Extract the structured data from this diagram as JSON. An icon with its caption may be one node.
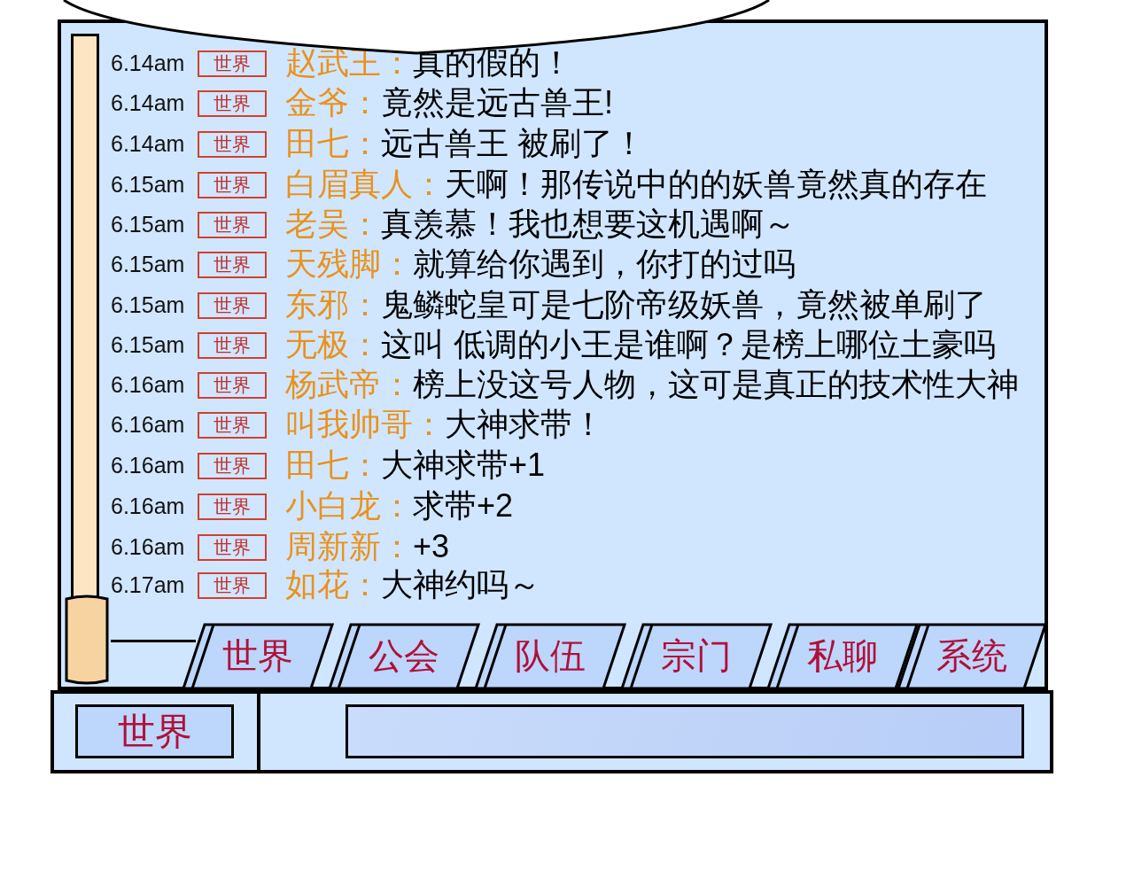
{
  "diagram": {
    "nodes": [
      {
        "text": [
          "世界"
        ]
      },
      {
        "text": [
          "世界"
        ]
      },
      {
        "text": [
          "世界"
        ]
      },
      {
        "text": [
          "世界"
        ]
      },
      {
        "text": [
          "世界"
        ]
      },
      {
        "text": [
          "世界"
        ]
      },
      {
        "text": [
          "世界"
        ]
      },
      {
        "text": [
          "世界"
        ]
      },
      {
        "text": [
          "世界"
        ]
      },
      {
        "text": [
          "世界"
        ]
      },
      {
        "text": [
          "世界"
        ]
      },
      {
        "text": [
          "世界"
        ]
      },
      {
        "text": [
          "世界"
        ]
      },
      {
        "text": [
          "世界"
        ]
      },
      {
        "text": [
          "世界"
        ]
      },
      {
        "text": [
          "公会"
        ]
      },
      {
        "text": [
          "队伍"
        ]
      },
      {
        "text": [
          "宗门"
        ]
      },
      {
        "text": [
          "私聊"
        ]
      },
      {
        "text": [
          "系统"
        ]
      },
      {
        "text": [
          "世界"
        ]
      },
      {
        "text": [],
        "shape": "box"
      }
    ],
    "labels": [
      "6.14am",
      "赵武王：",
      "真的假的！",
      "6.14am",
      "金爷：",
      "竟然是远古兽王!",
      "6.14am",
      "田七：",
      "远古兽王 被刷了！",
      "6.15am",
      "白眉真人：",
      "天啊！那传说中的的妖兽竟然真的存在",
      "6.15am",
      "老吴：",
      "真羡慕！我也想要这机遇啊～",
      "6.15am",
      "天残脚：",
      "就算给你遇到，你打的过吗",
      "6.15am",
      "东邪：",
      "鬼鳞蛇皇可是七阶帝级妖兽，竟然被单刷了",
      "6.15am",
      "无极：",
      "这叫 低调的小王是谁啊？是榜上哪位土豪吗",
      "6.16am",
      "杨武帝：",
      "榜上没这号人物，这可是真正的技术性大神",
      "6.16am",
      "叫我帅哥：",
      "大神求带！",
      "6.16am",
      "田七：",
      "大神求带+1",
      "6.16am",
      "小白龙：",
      "求带+2",
      "6.16am",
      "周新新：",
      "+3",
      "6.17am",
      "如花：",
      "大神约吗～"
    ]
  }
}
